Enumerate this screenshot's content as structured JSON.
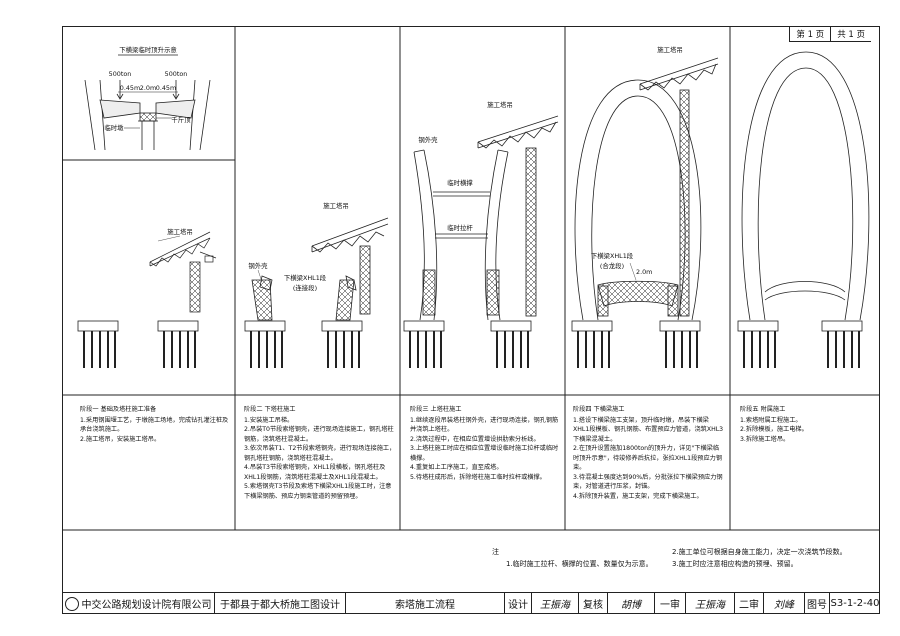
{
  "page": {
    "current": "第 1 页",
    "total": "共 1 页"
  },
  "labels": {
    "s1_title": "下横梁临时顶升示意",
    "s1_load_left": "500ton",
    "s1_load_right": "500ton",
    "s1_dim_a": "0.45m",
    "s1_dim_b": "2.0m",
    "s1_dim_c": "0.45m",
    "s1_support": "临时墩",
    "s1_jack": "千斤顶",
    "tower_crane": "施工塔吊",
    "steel_shell": "钢外壳",
    "lower_beam_seg": "下横梁XHL1段",
    "lower_beam_seg_note": "(连接段)",
    "temp_brace": "临时横撑",
    "temp_tie": "临时拉杆",
    "lower_beam_seg4": "下横梁XHL1段",
    "lower_beam_seg4_note": "(合龙段)",
    "dim_2m": "2.0m"
  },
  "stages": [
    {
      "title": "阶段一  基础及塔柱施工准备",
      "items": [
        "1.采用钢围堰工艺，于墩施工场地，完成钻孔灌注桩及承台浇筑施工。",
        "2.施工塔吊，安装施工塔吊。"
      ]
    },
    {
      "title": "阶段二  下塔柱施工",
      "items": [
        "1.安装施工吊梯。",
        "2.吊装T0节段索塔钢壳，进行现场连接施工，钢孔塔柱钢筋，浇筑塔柱混凝土。",
        "3.依次吊装T1、T2节段索塔钢壳，进行现场连接施工，钢孔塔柱钢筋，浇筑塔柱混凝土。",
        "4.吊装T3节段索塔钢壳，XHL1段横板，钢孔塔柱及XHL1段钢筋，浇筑塔柱混凝土及XHL1段混凝土。",
        "5.索塔钢壳T3节段及索塔下横梁XHL1段施工时，注意下横梁钢筋、预应力钢束管道的预留预埋。"
      ]
    },
    {
      "title": "阶段三  上塔柱施工",
      "items": [
        "1.继续逐段吊装塔柱钢外壳，进行现场连接，钢孔钢筋并浇筑上塔柱。",
        "2.浇筑过程中，在相应位置增设拱肋索分析线。",
        "3.上塔柱施工时应在相应位置增设临时施工拉杆或临时横撑。",
        "4.重复如上工序施工，直至成塔。",
        "5.待塔柱成形后，拆除塔柱施工临时拉杆或横撑。"
      ]
    },
    {
      "title": "阶段四  下横梁施工",
      "items": [
        "1.搭设下横梁施工支架，顶升临时墩，吊装下横梁XHL1段模板、钢孔钢筋、布置预应力管道，浇筑XHL3下横梁混凝土。",
        "2.在顶升设置施加1800ton的顶升力，详见\"下横梁临时顶升示意\"，待竣修养后抗拉，张拉XHL1段预应力钢束。",
        "3.待混凝土强度达到90%后，分批张拉下横梁预应力钢束，对管道进行压浆，封锚。",
        "4.拆除顶升装置，施工支架，完成下横梁施工。"
      ]
    },
    {
      "title": "阶段五  附属施工",
      "items": [
        "1.索塔附属工程施工。",
        "2.拆除模板，施工电梯。",
        "3.拆除施工塔吊。"
      ]
    }
  ],
  "remarks": {
    "label": "注",
    "items_left": [
      "1.临时施工拉杆、横撑的位置、数量仅为示意。"
    ],
    "items_right": [
      "2.施工单位可根据自身施工能力，决定一次浇筑节段数。",
      "3.施工时应注意相应构造的预埋、预留。"
    ]
  },
  "title_block": {
    "company": "中交公路规划设计院有限公司",
    "project": "于都县于都大桥施工图设计",
    "drawing_title": "索塔施工流程",
    "design_label": "设计",
    "design_sign": "王振海",
    "review_label": "复核",
    "review_sign": "胡博",
    "check1_label": "一审",
    "check1_sign": "王振海",
    "check2_label": "二审",
    "check2_sign": "刘峰",
    "drawing_no_label": "图号",
    "drawing_no": "S3-1-2-40"
  }
}
